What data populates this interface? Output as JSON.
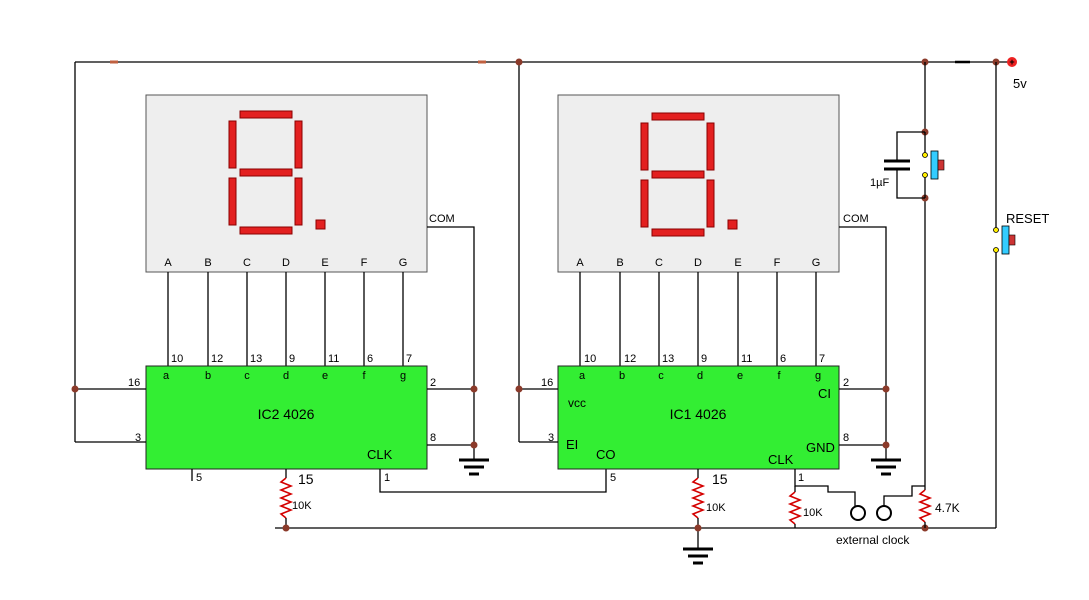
{
  "supply": {
    "voltage": "5v"
  },
  "ic2": {
    "title": "IC2 4026",
    "pins": {
      "a": "10",
      "b": "12",
      "c": "13",
      "d": "9",
      "e": "11",
      "f": "6",
      "g": "7",
      "vdd": "16",
      "ei": "3",
      "ci": "2",
      "gnd": "8",
      "clk_label": "CLK",
      "co_pin": "5",
      "clk_pin": "1",
      "pin15": "15"
    },
    "outputs": [
      "a",
      "b",
      "c",
      "d",
      "e",
      "f",
      "g"
    ],
    "resistor": "10K"
  },
  "ic1": {
    "title": "IC1 4026",
    "pins": {
      "a": "10",
      "b": "12",
      "c": "13",
      "d": "9",
      "e": "11",
      "f": "6",
      "g": "7",
      "vdd": "16",
      "ei": "3",
      "ci": "2",
      "gnd": "8",
      "co": "5",
      "clk": "1",
      "pin15": "15"
    },
    "outputs": [
      "a",
      "b",
      "c",
      "d",
      "e",
      "f",
      "g"
    ],
    "labels": {
      "vcc": "vcc",
      "ei": "EI",
      "co": "CO",
      "ci": "CI",
      "gnd": "GND",
      "clk": "CLK"
    },
    "resistor": "10K"
  },
  "display_left": {
    "segments": [
      "A",
      "B",
      "C",
      "D",
      "E",
      "F",
      "G"
    ],
    "com": "COM"
  },
  "display_right": {
    "segments": [
      "A",
      "B",
      "C",
      "D",
      "E",
      "F",
      "G"
    ],
    "com": "COM"
  },
  "capacitor": "1µF",
  "reset_label": "RESET",
  "clock_resistor": "10K",
  "pullup_resistor": "4.7K",
  "external_clock": "external clock",
  "colors": {
    "chip": "#33ee33",
    "display": "#eeeeee",
    "segment": "#e32020",
    "resistor": "#d40000",
    "button": "#33ccff"
  }
}
